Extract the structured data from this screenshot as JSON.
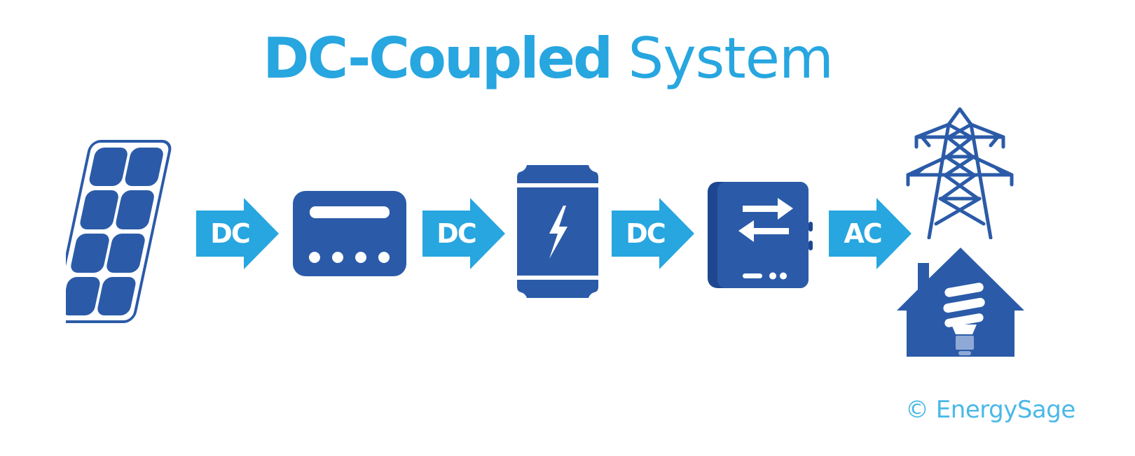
{
  "title": {
    "bold_part": "DC-Coupled",
    "light_part": "System"
  },
  "colors": {
    "title": "#27a6e0",
    "icon_blue": "#2b5ba8",
    "icon_dark": "#1f4791",
    "arrow": "#27a6e0",
    "white": "#ffffff"
  },
  "flow": [
    {
      "component": "Solar panel",
      "icon": "solar-panel-icon"
    },
    {
      "arrow_label": "DC"
    },
    {
      "component": "Charge controller",
      "icon": "charge-controller-icon"
    },
    {
      "arrow_label": "DC"
    },
    {
      "component": "Battery",
      "icon": "battery-icon"
    },
    {
      "arrow_label": "DC"
    },
    {
      "component": "Inverter",
      "icon": "inverter-icon"
    },
    {
      "arrow_label": "AC"
    },
    {
      "component": "Grid & Home",
      "icon": "transmission-tower-icon"
    }
  ],
  "arrows": [
    {
      "label": "DC"
    },
    {
      "label": "DC"
    },
    {
      "label": "DC"
    },
    {
      "label": "AC"
    }
  ],
  "copyright": "© EnergySage"
}
